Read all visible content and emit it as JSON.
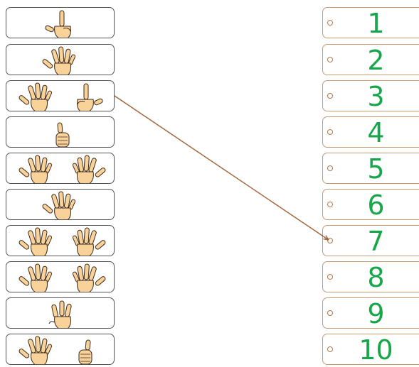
{
  "colors": {
    "number_green": "#17a64a",
    "connector_brown": "#a0643a",
    "left_card_border": "#555555",
    "right_card_border": "#c79a74",
    "skin": "#f9d29a",
    "skin_outline": "#3a2a1a"
  },
  "left_items": [
    {
      "hands": [
        "point"
      ],
      "value": 1
    },
    {
      "hands": [
        "open"
      ],
      "value": 5
    },
    {
      "hands": [
        "open",
        "point"
      ],
      "value": 6
    },
    {
      "hands": [
        "thumb"
      ],
      "value": 1
    },
    {
      "hands": [
        "open",
        "open"
      ],
      "value": 10
    },
    {
      "hands": [
        "open"
      ],
      "value": 5
    },
    {
      "hands": [
        "open",
        "open"
      ],
      "value": 10
    },
    {
      "hands": [
        "open",
        "open"
      ],
      "value": 10
    },
    {
      "hands": [
        "three"
      ],
      "value": 3
    },
    {
      "hands": [
        "open",
        "thumb"
      ],
      "value": 6
    }
  ],
  "right_items": [
    {
      "label": "1"
    },
    {
      "label": "2"
    },
    {
      "label": "3"
    },
    {
      "label": "4"
    },
    {
      "label": "5"
    },
    {
      "label": "6"
    },
    {
      "label": "7"
    },
    {
      "label": "8"
    },
    {
      "label": "9"
    },
    {
      "label": "10"
    }
  ],
  "connections": [
    {
      "from_left_index": 2,
      "to_right_index": 6
    }
  ]
}
